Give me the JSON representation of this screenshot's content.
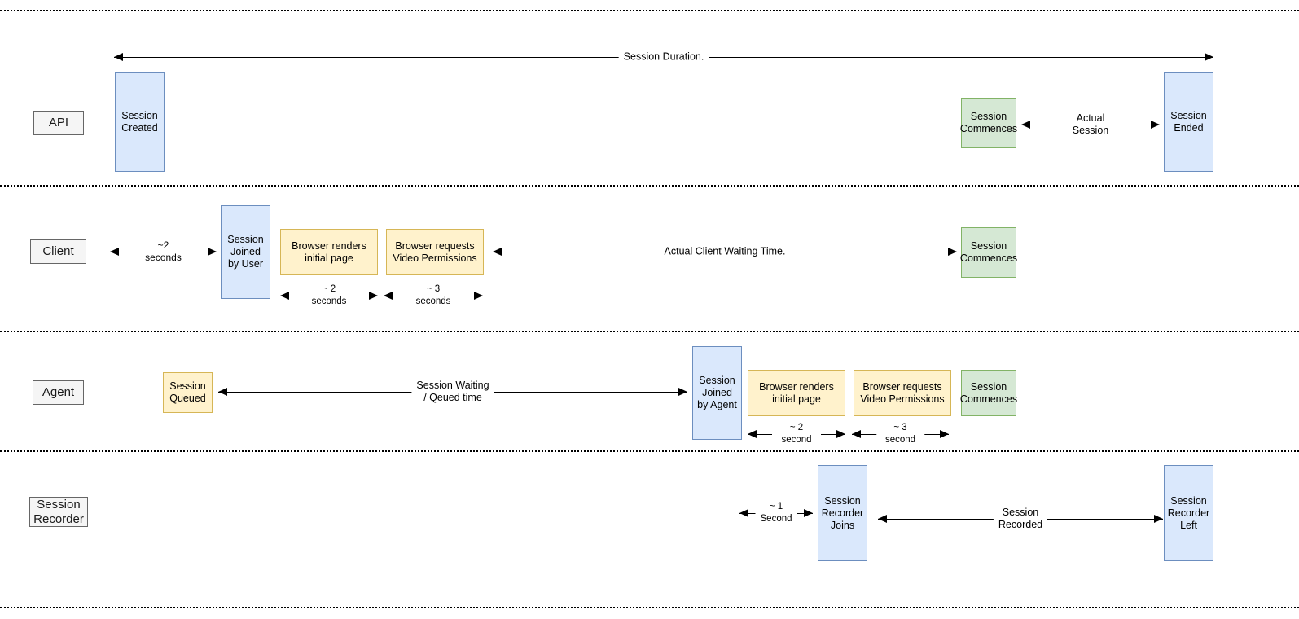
{
  "diagram": {
    "title_label": "Session Duration.",
    "lanes": [
      {
        "id": "api",
        "label": "API"
      },
      {
        "id": "client",
        "label": "Client"
      },
      {
        "id": "agent",
        "label": "Agent"
      },
      {
        "id": "session-recorder",
        "label": "Session\nRecorder"
      }
    ],
    "colors": {
      "blue_fill": "#dae8fc",
      "blue_stroke": "#6c8ebf",
      "green_fill": "#d5e8d4",
      "green_stroke": "#82b366",
      "yellow_fill": "#fff2cc",
      "yellow_stroke": "#d6b656",
      "lane_fill": "#f5f5f5",
      "lane_stroke": "#666666",
      "line": "#000000"
    },
    "nodes": {
      "api_session_created": "Session\nCreated",
      "api_session_commences": "Session\nCommences",
      "api_session_ended": "Session\nEnded",
      "client_session_joined": "Session\nJoined\nby User",
      "client_browser_renders": "Browser renders\ninitial page",
      "client_browser_permissions": "Browser requests\nVideo Permissions",
      "client_session_commences": "Session\nCommences",
      "agent_session_queued": "Session\nQueued",
      "agent_session_joined": "Session\nJoined\nby Agent",
      "agent_browser_renders": "Browser renders\ninitial page",
      "agent_browser_permissions": "Browser requests\nVideo Permissions",
      "agent_session_commences": "Session\nCommences",
      "recorder_joins": "Session\nRecorder\nJoins",
      "recorder_left": "Session\nRecorder\nLeft"
    },
    "measures": {
      "session_duration": "Session Duration.",
      "api_actual_session": "Actual\nSession",
      "client_two_seconds": "~2 seconds",
      "client_render_seconds": "~ 2 seconds",
      "client_permission_seconds": "~ 3 seconds",
      "client_actual_waiting": "Actual Client Waiting Time.",
      "agent_queue_wait": "Session Waiting\n/ Qeued time",
      "agent_render_seconds": "~ 2 second",
      "agent_permission_seconds": "~ 3 second",
      "recorder_one_second": "~ 1 Second",
      "recorder_session_recorded": "Session\nRecorded"
    }
  }
}
